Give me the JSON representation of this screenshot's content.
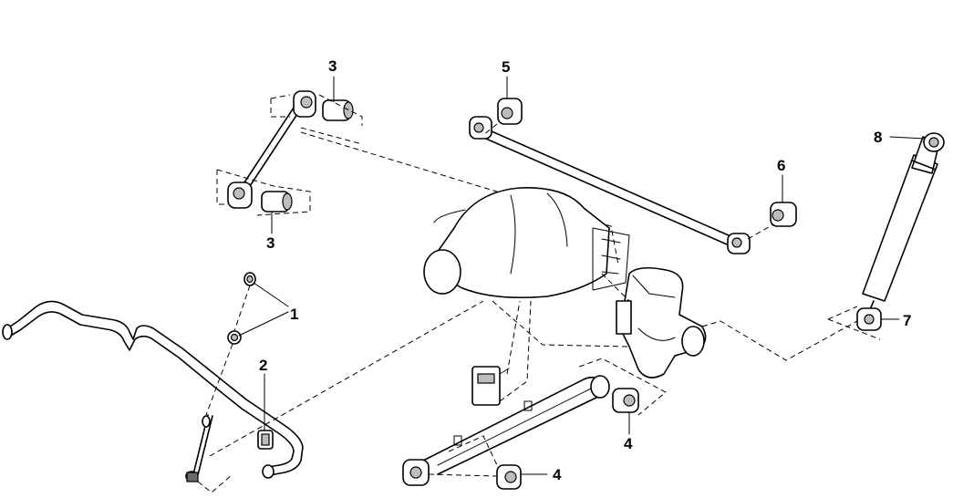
{
  "callouts": [
    {
      "id": "1",
      "text": "1"
    },
    {
      "id": "2",
      "text": "2"
    },
    {
      "id": "3a",
      "text": "3"
    },
    {
      "id": "3b",
      "text": "3"
    },
    {
      "id": "4a",
      "text": "4"
    },
    {
      "id": "4b",
      "text": "4"
    },
    {
      "id": "5",
      "text": "5"
    },
    {
      "id": "6",
      "text": "6"
    },
    {
      "id": "7",
      "text": "7"
    },
    {
      "id": "8",
      "text": "8"
    }
  ],
  "colors": {
    "line": "#000000",
    "background": "#ffffff",
    "bushing_shade": "#bdbdbd"
  }
}
